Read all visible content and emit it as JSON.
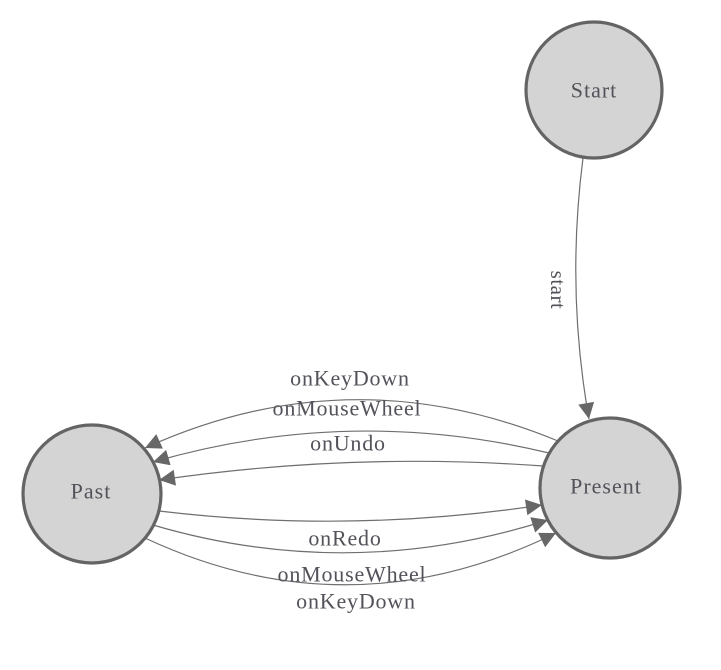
{
  "diagram": {
    "type": "state-machine",
    "nodes": [
      {
        "id": "start",
        "label": "Start"
      },
      {
        "id": "present",
        "label": "Present"
      },
      {
        "id": "past",
        "label": "Past"
      }
    ],
    "edges": [
      {
        "id": "start-transition",
        "label": "start",
        "from": "Start",
        "to": "Present"
      },
      {
        "id": "keydown-undo",
        "label": "onKeyDown",
        "from": "Present",
        "to": "Past"
      },
      {
        "id": "mousewheel-undo",
        "label": "onMouseWheel",
        "from": "Present",
        "to": "Past"
      },
      {
        "id": "undo",
        "label": "onUndo",
        "from": "Present",
        "to": "Past"
      },
      {
        "id": "redo",
        "label": "onRedo",
        "from": "Past",
        "to": "Present"
      },
      {
        "id": "mousewheel-redo",
        "label": "onMouseWheel",
        "from": "Past",
        "to": "Present"
      },
      {
        "id": "keydown-redo",
        "label": "onKeyDown",
        "from": "Past",
        "to": "Present"
      }
    ],
    "colors": {
      "node_fill": "#d4d4d4",
      "node_stroke": "#646464",
      "edge_stroke": "#6f6f6f",
      "arrow_fill": "#676767",
      "label_text": "#52525a",
      "background": "#ffffff"
    }
  }
}
